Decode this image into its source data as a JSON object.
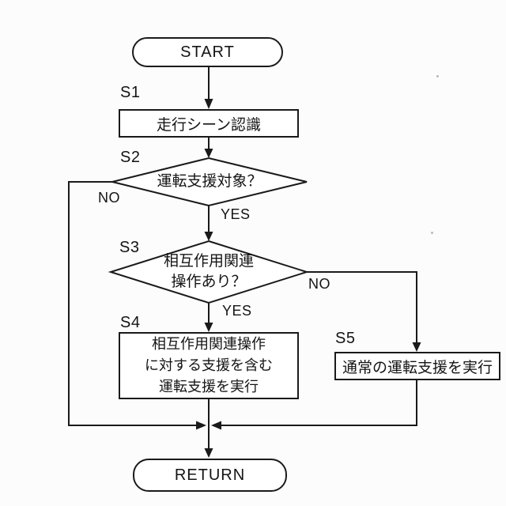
{
  "diagram": {
    "type": "flowchart",
    "nodes": {
      "start": {
        "label": "START"
      },
      "s1": {
        "step": "S1",
        "label": "走行シーン認識"
      },
      "s2": {
        "step": "S2",
        "label": "運転支援対象？"
      },
      "s3": {
        "step": "S3",
        "lines": [
          "相互作用関連",
          "操作あり？"
        ]
      },
      "s4": {
        "step": "S4",
        "lines": [
          "相互作用関連操作",
          "に対する支援を含む",
          "運転支援を実行"
        ]
      },
      "s5": {
        "step": "S5",
        "label": "通常の運転支援を実行"
      },
      "return": {
        "label": "RETURN"
      }
    },
    "edge_labels": {
      "s2_no": "NO",
      "s2_yes": "YES",
      "s3_no": "NO",
      "s3_yes": "YES"
    },
    "edges": [
      {
        "from": "start",
        "to": "s1"
      },
      {
        "from": "s1",
        "to": "s2"
      },
      {
        "from": "s2",
        "to": "s3",
        "label": "YES"
      },
      {
        "from": "s2",
        "to": "merge",
        "label": "NO",
        "route": "left"
      },
      {
        "from": "s3",
        "to": "s4",
        "label": "YES"
      },
      {
        "from": "s3",
        "to": "s5",
        "label": "NO",
        "route": "right"
      },
      {
        "from": "s5",
        "to": "merge"
      },
      {
        "from": "s4",
        "to": "return",
        "through": "merge"
      }
    ],
    "colors": {
      "line": "#1a1a1a",
      "node_fill": "#ffffff",
      "background": "#fcfcfc",
      "text": "#141414"
    }
  }
}
